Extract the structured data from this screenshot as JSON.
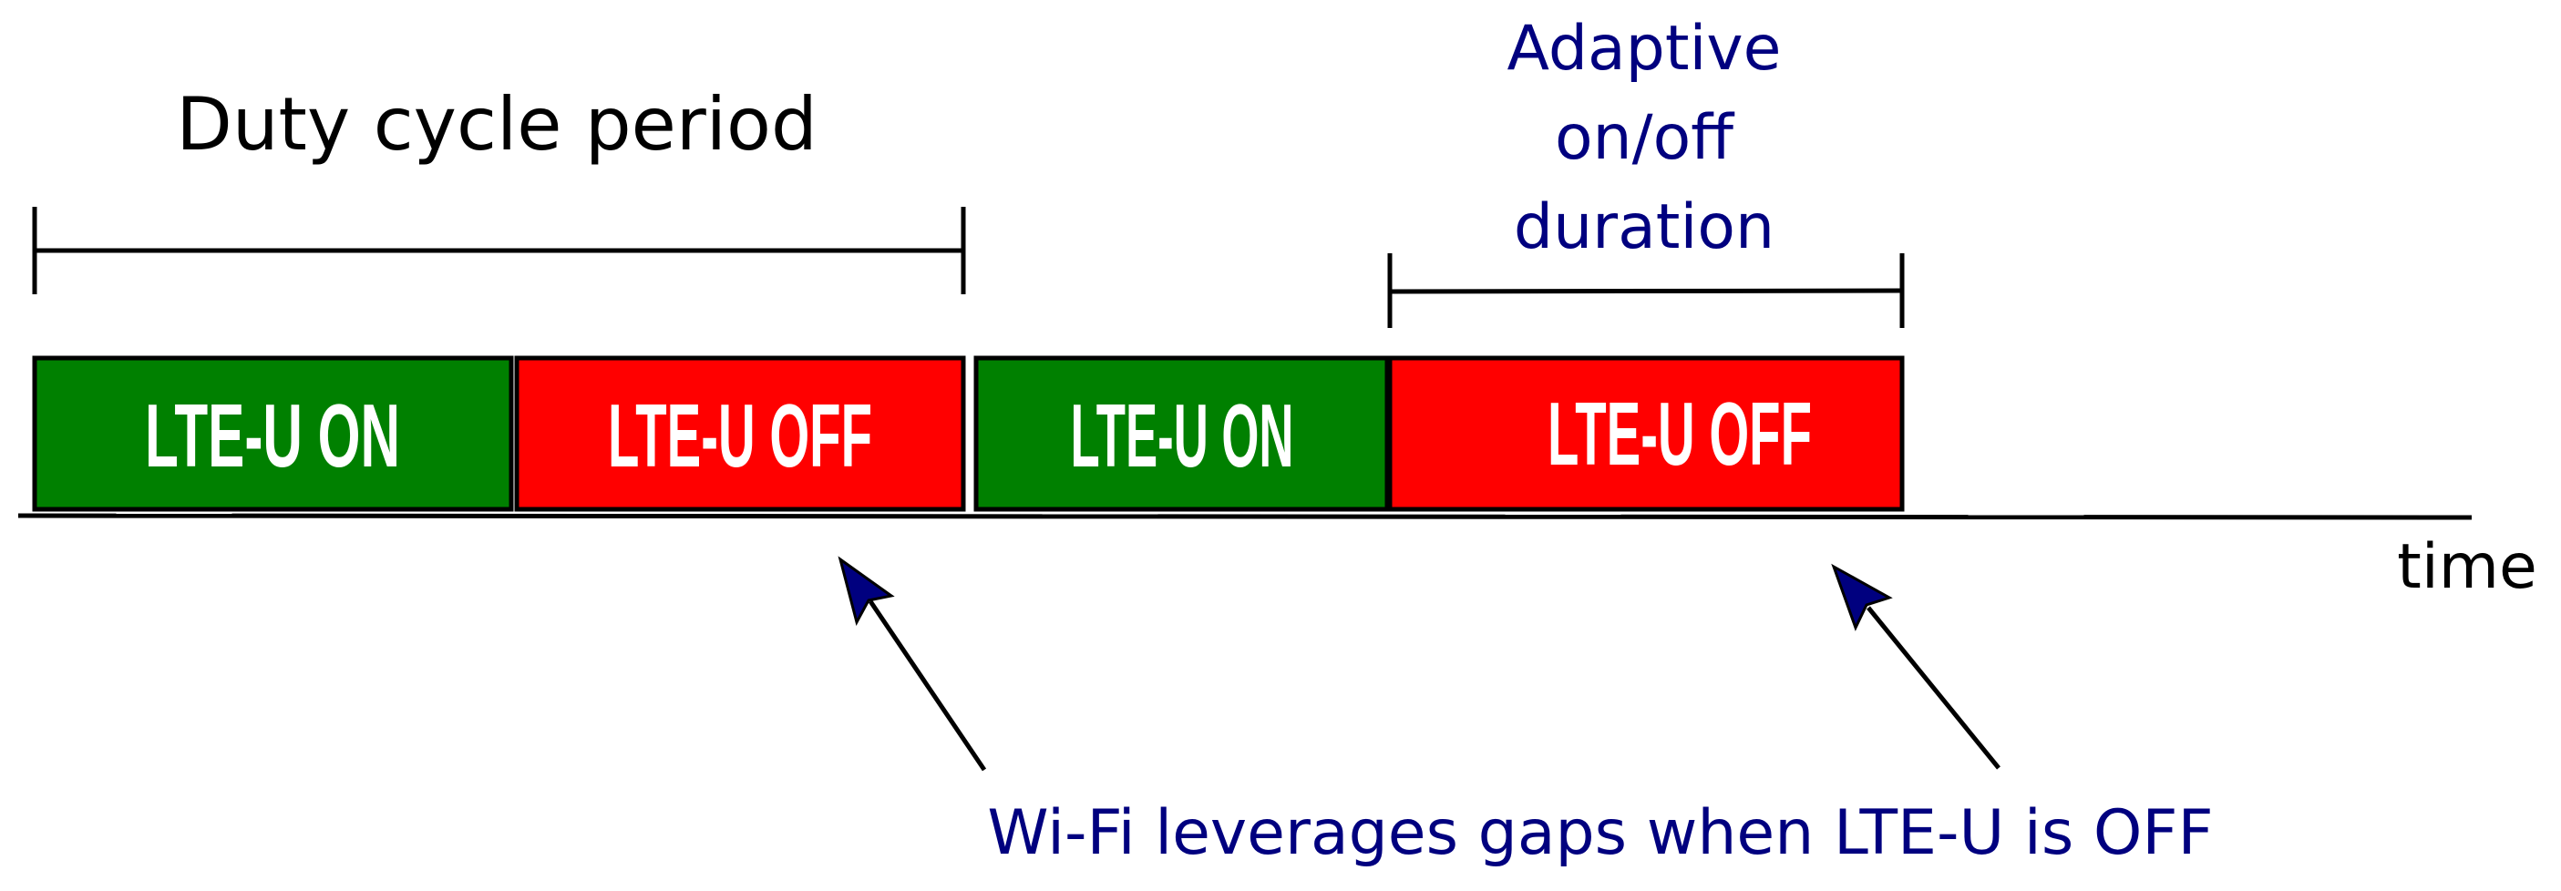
{
  "labels": {
    "duty_cycle": "Duty cycle period",
    "adaptive_line1": "Adaptive",
    "adaptive_line2": "on/off",
    "adaptive_line3": "duration",
    "time": "time",
    "caption": "Wi-Fi leverages gaps when LTE-U is OFF"
  },
  "blocks": [
    {
      "label": "LTE-U ON",
      "state": "on"
    },
    {
      "label": "LTE-U OFF",
      "state": "off"
    },
    {
      "label": "LTE-U ON",
      "state": "on"
    },
    {
      "label": "LTE-U OFF",
      "state": "off"
    }
  ],
  "colors": {
    "on": "#008000",
    "off": "#ff0000",
    "text_accent": "#00007f",
    "arrow_head": "#00007f",
    "line": "#000000"
  }
}
